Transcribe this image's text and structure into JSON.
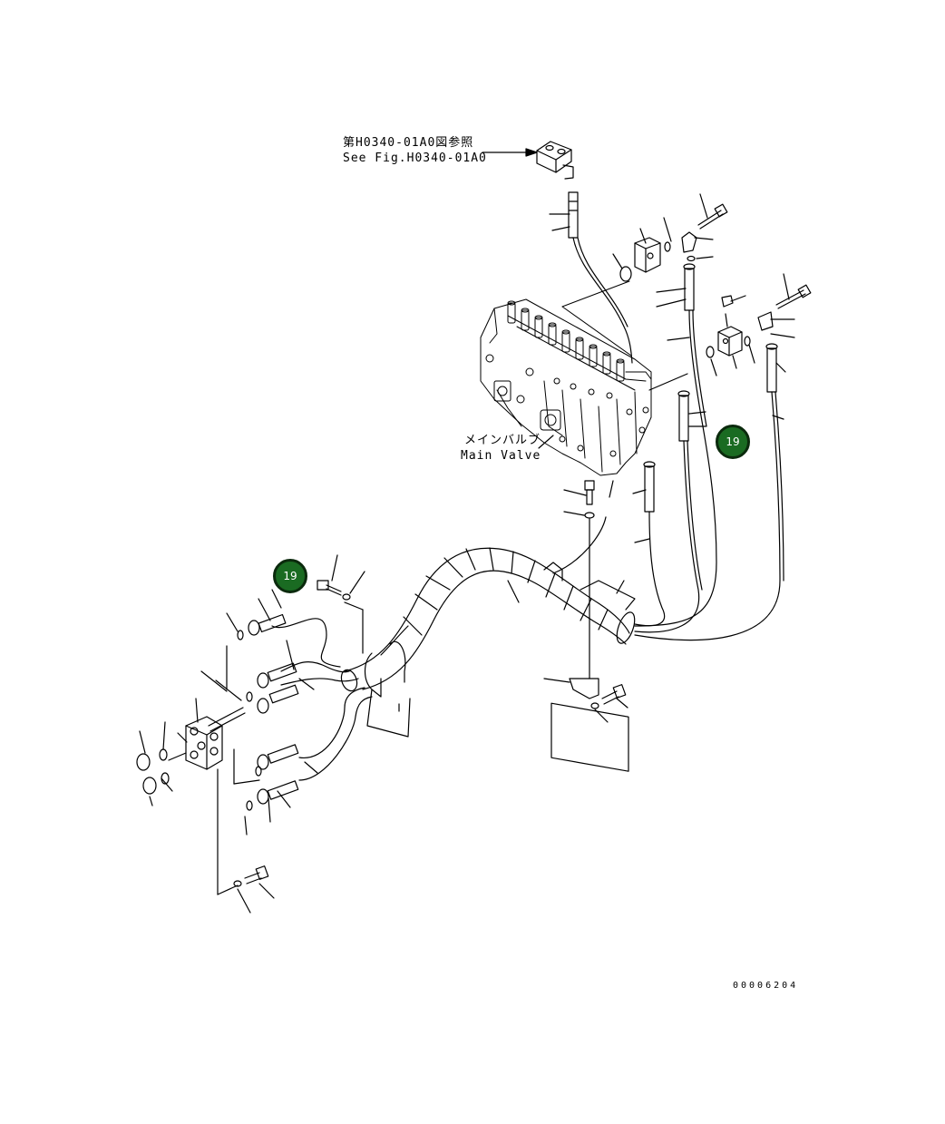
{
  "reference": {
    "line_jp": "第H0340-01A0図参照",
    "line_en": "See Fig.H0340-01A0"
  },
  "main_valve": {
    "label_jp": "メインバルブ",
    "label_en": "Main Valve"
  },
  "callouts": [
    {
      "number": "19"
    },
    {
      "number": "19"
    }
  ],
  "drawing_number": "00006204",
  "colors": {
    "line": "#000000",
    "badge_fill": "#1a6b22",
    "badge_border": "#0b2a0d",
    "badge_text": "#ffffff"
  }
}
